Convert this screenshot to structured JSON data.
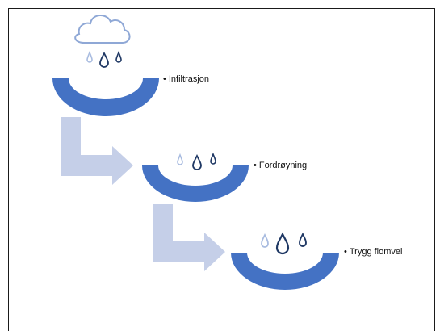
{
  "stages": [
    {
      "label": "Infiltrasjon"
    },
    {
      "label": "Fordrøyning"
    },
    {
      "label": "Trygg flomvei"
    }
  ],
  "colors": {
    "bowl": "#4472c4",
    "arrow": "#c5cfe8",
    "cloud_stroke": "#8fa8d6",
    "drop_light": "#a9bce0",
    "drop_dark": "#1f3864",
    "frame": "#1a1a1a"
  },
  "icons": [
    "cloud-icon",
    "raindrop-icon"
  ]
}
